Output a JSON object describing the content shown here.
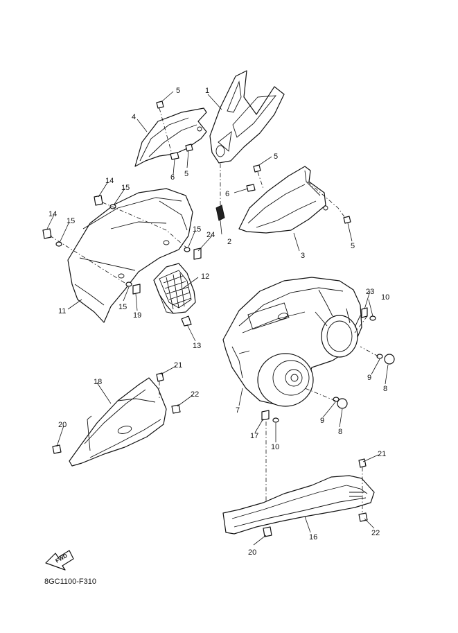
{
  "diagram_code": "8GC1100-F310",
  "fwd_label": "FWD",
  "callouts": {
    "c1": "1",
    "c2": "2",
    "c3": "3",
    "c4": "4",
    "c5a": "5",
    "c5b": "5",
    "c5c": "5",
    "c5d": "5",
    "c6a": "6",
    "c6b": "6",
    "c7": "7",
    "c8a": "8",
    "c8b": "8",
    "c9a": "9",
    "c9b": "9",
    "c10a": "10",
    "c10b": "10",
    "c11": "11",
    "c12": "12",
    "c13": "13",
    "c14a": "14",
    "c14b": "14",
    "c15a": "15",
    "c15b": "15",
    "c15c": "15",
    "c15d": "15",
    "c16": "16",
    "c17": "17",
    "c18": "18",
    "c19": "19",
    "c20a": "20",
    "c20b": "20",
    "c21a": "21",
    "c21b": "21",
    "c22a": "22",
    "c22b": "22",
    "c23": "23",
    "c24": "24"
  }
}
